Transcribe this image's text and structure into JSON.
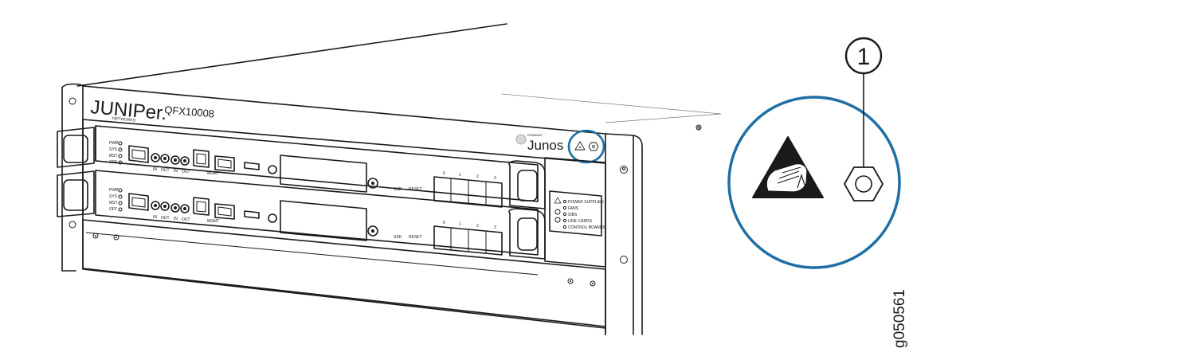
{
  "brand": {
    "logo_text": "JUNIPer.",
    "logo_sub": "NETWORKS",
    "model": "QFX10008",
    "os_running": "RUNNING",
    "os_name": "Junos"
  },
  "callout": {
    "number": "1"
  },
  "figure_id": "g050561",
  "led_labels": [
    "PWR",
    "SYS",
    "MST",
    "OFF"
  ],
  "port_labels": {
    "in": "IN",
    "out": "OUT",
    "mgmt": "MGMT",
    "ssd": "SSD",
    "reset": "RESET",
    "sfp_a": "0",
    "sfp_b": "1",
    "sfp_c": "2",
    "sfp_d": "3"
  },
  "status_panel": [
    "POWER SUPPLIES",
    "FANS",
    "SIBS",
    "LINE CARDS",
    "CONTROL BOARDS"
  ],
  "colors": {
    "callout_circle": "#1f6fa5",
    "line": "#1a1a1a"
  }
}
